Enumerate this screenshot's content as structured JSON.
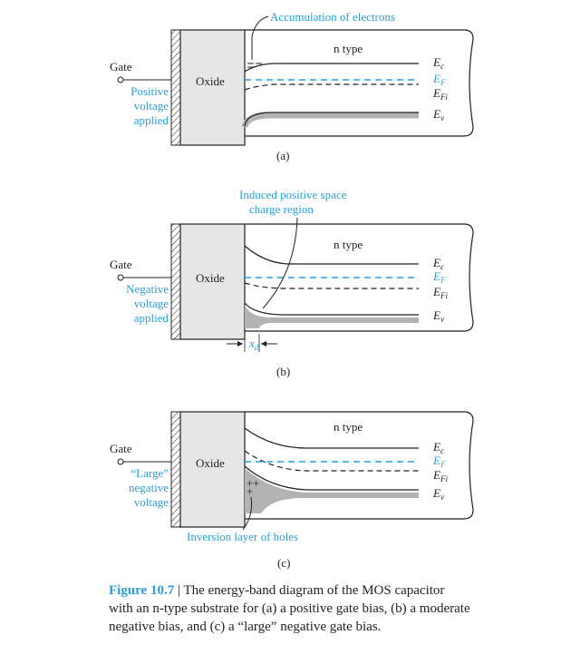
{
  "panels": [
    {
      "id": "a",
      "gate": "Gate",
      "oxide": "Oxide",
      "ntype": "n type",
      "voltage": [
        "Positive",
        "voltage",
        "applied"
      ],
      "annotation": "Accumulation of electrons",
      "tag": "(a)",
      "band_labels": {
        "ec": "E",
        "ec_sub": "c",
        "ef": "E",
        "ef_sub": "F",
        "efi": "E",
        "efi_sub": "Fi",
        "ev": "E",
        "ev_sub": "v"
      }
    },
    {
      "id": "b",
      "gate": "Gate",
      "oxide": "Oxide",
      "ntype": "n type",
      "voltage": [
        "Negative",
        "voltage",
        "applied"
      ],
      "annotation": [
        "Induced positive space",
        "charge region"
      ],
      "depletion_label": "x",
      "depletion_sub": "d",
      "tag": "(b)",
      "band_labels": {
        "ec": "E",
        "ec_sub": "c",
        "ef": "E",
        "ef_sub": "F",
        "efi": "E",
        "efi_sub": "Fi",
        "ev": "E",
        "ev_sub": "v"
      }
    },
    {
      "id": "c",
      "gate": "Gate",
      "oxide": "Oxide",
      "ntype": "n type",
      "voltage": [
        "“Large”",
        "negative",
        "voltage"
      ],
      "annotation": "Inversion layer of holes",
      "tag": "(c)",
      "band_labels": {
        "ec": "E",
        "ec_sub": "c",
        "ef": "E",
        "ef_sub": "F",
        "efi": "E",
        "efi_sub": "Fi",
        "ev": "E",
        "ev_sub": "v"
      }
    }
  ],
  "caption": {
    "number": "Figure 10.7",
    "separator": " | ",
    "text": "The energy-band diagram of the MOS capacitor with an n-type substrate for (a) a positive gate bias, (b) a moderate negative bias, and (c) a “large” negative gate bias."
  },
  "colors": {
    "ink": "#231f20",
    "accent": "#2a9fd6",
    "oxide_fill": "#e6e6e6",
    "valence_band": "#b3b3b3"
  }
}
